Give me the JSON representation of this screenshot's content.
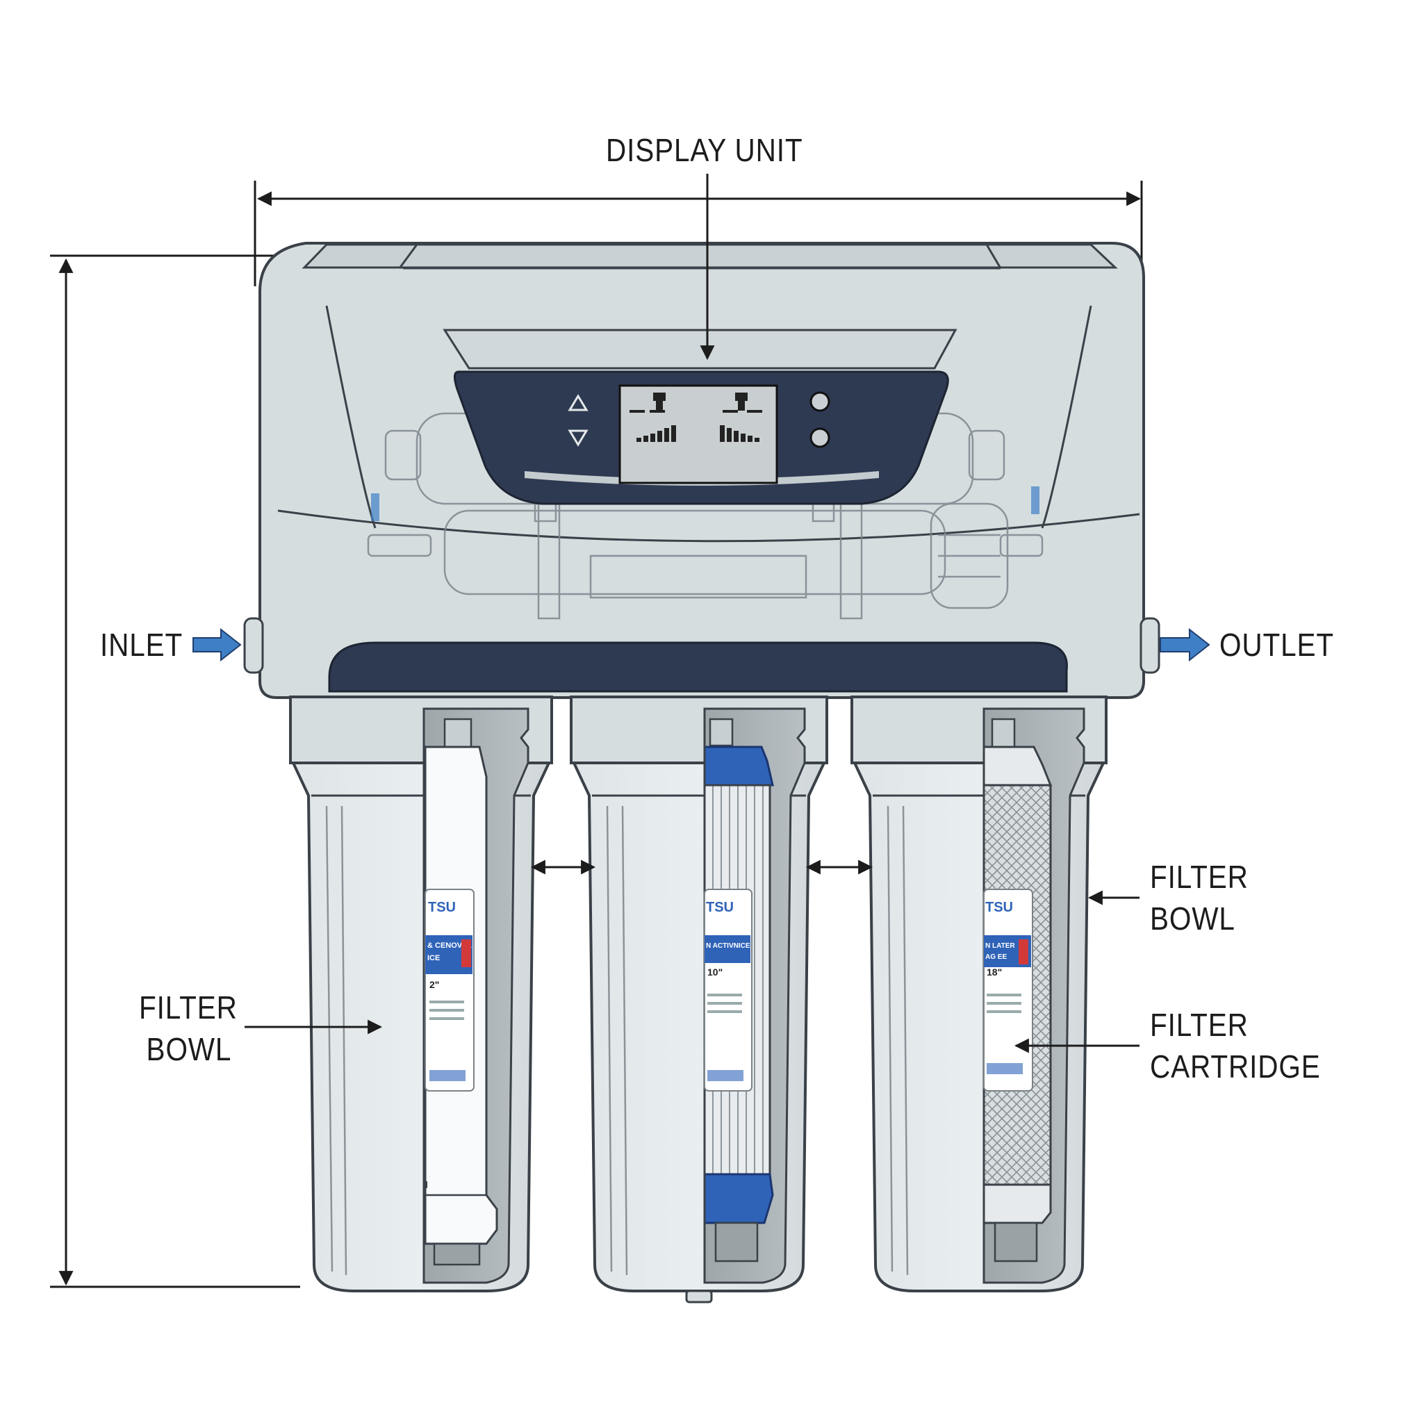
{
  "labels": {
    "display_unit": "DISPLAY UNIT",
    "inlet": "INLET",
    "outlet": "OUTLET",
    "filter_bowl_right": [
      "FILTER",
      "BOWL"
    ],
    "filter_bowl_left": [
      "FILTER",
      "BOWL"
    ],
    "filter_cartridge": [
      "FILTER",
      "CARTRIDGE"
    ]
  },
  "cartridge_labels": [
    {
      "brand": "TSU",
      "band": "& CENOVAL",
      "band2": "ICE",
      "size": "2\""
    },
    {
      "brand": "TSU",
      "band": "N ACTIVNICE",
      "band2": "",
      "size": "10\""
    },
    {
      "brand": "TSU",
      "band": "N LATER",
      "band2": "AG EE",
      "size": "18\""
    }
  ],
  "colors": {
    "housing": "#d6dddf",
    "housing_stroke": "#3a4148",
    "navy": "#2e3a52",
    "lcd": "#c9cfd0",
    "arrow_blue": "#3f7fc6",
    "cartridge_blue": "#2f63b8",
    "label_red": "#d23a3a"
  }
}
